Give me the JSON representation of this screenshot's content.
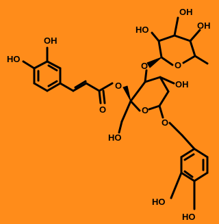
{
  "diagram": {
    "background": "#FF8C1A",
    "ink": "#000000",
    "labels": {
      "rha_oh1": "OH",
      "rha_oh2": "OH",
      "rha_ho": "HO",
      "rha_o_ring": "O",
      "link_o": "O",
      "caf_oh": "OH",
      "caf_ho": "HO",
      "ester_o": "O",
      "carbonyl_o": "O",
      "glc_oh": "OH",
      "glc_o_ring": "O",
      "glc_ho": "HO",
      "aglycone_o": "O",
      "dhp_ho1": "HO",
      "dhp_ho2": "HO"
    }
  }
}
